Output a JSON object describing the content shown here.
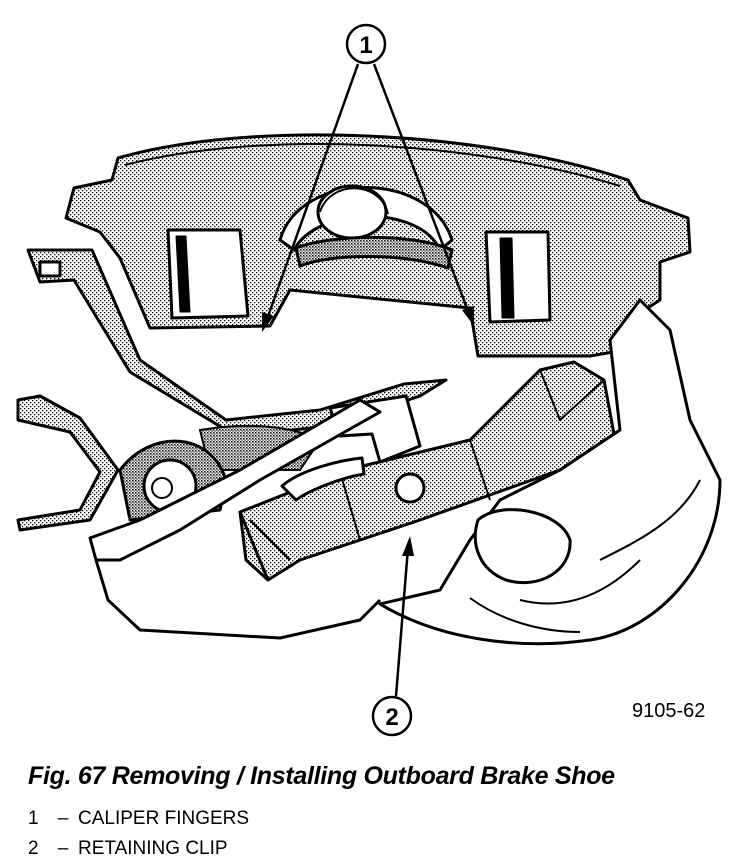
{
  "figure": {
    "id_label": "9105-62",
    "callouts": [
      {
        "number": "1"
      },
      {
        "number": "2"
      }
    ]
  },
  "caption": "Fig. 67 Removing / Installing Outboard Brake Shoe",
  "legend": [
    {
      "number": "1",
      "dash": "–",
      "label": "CALIPER FINGERS"
    },
    {
      "number": "2",
      "dash": "–",
      "label": "RETAINING CLIP"
    }
  ]
}
